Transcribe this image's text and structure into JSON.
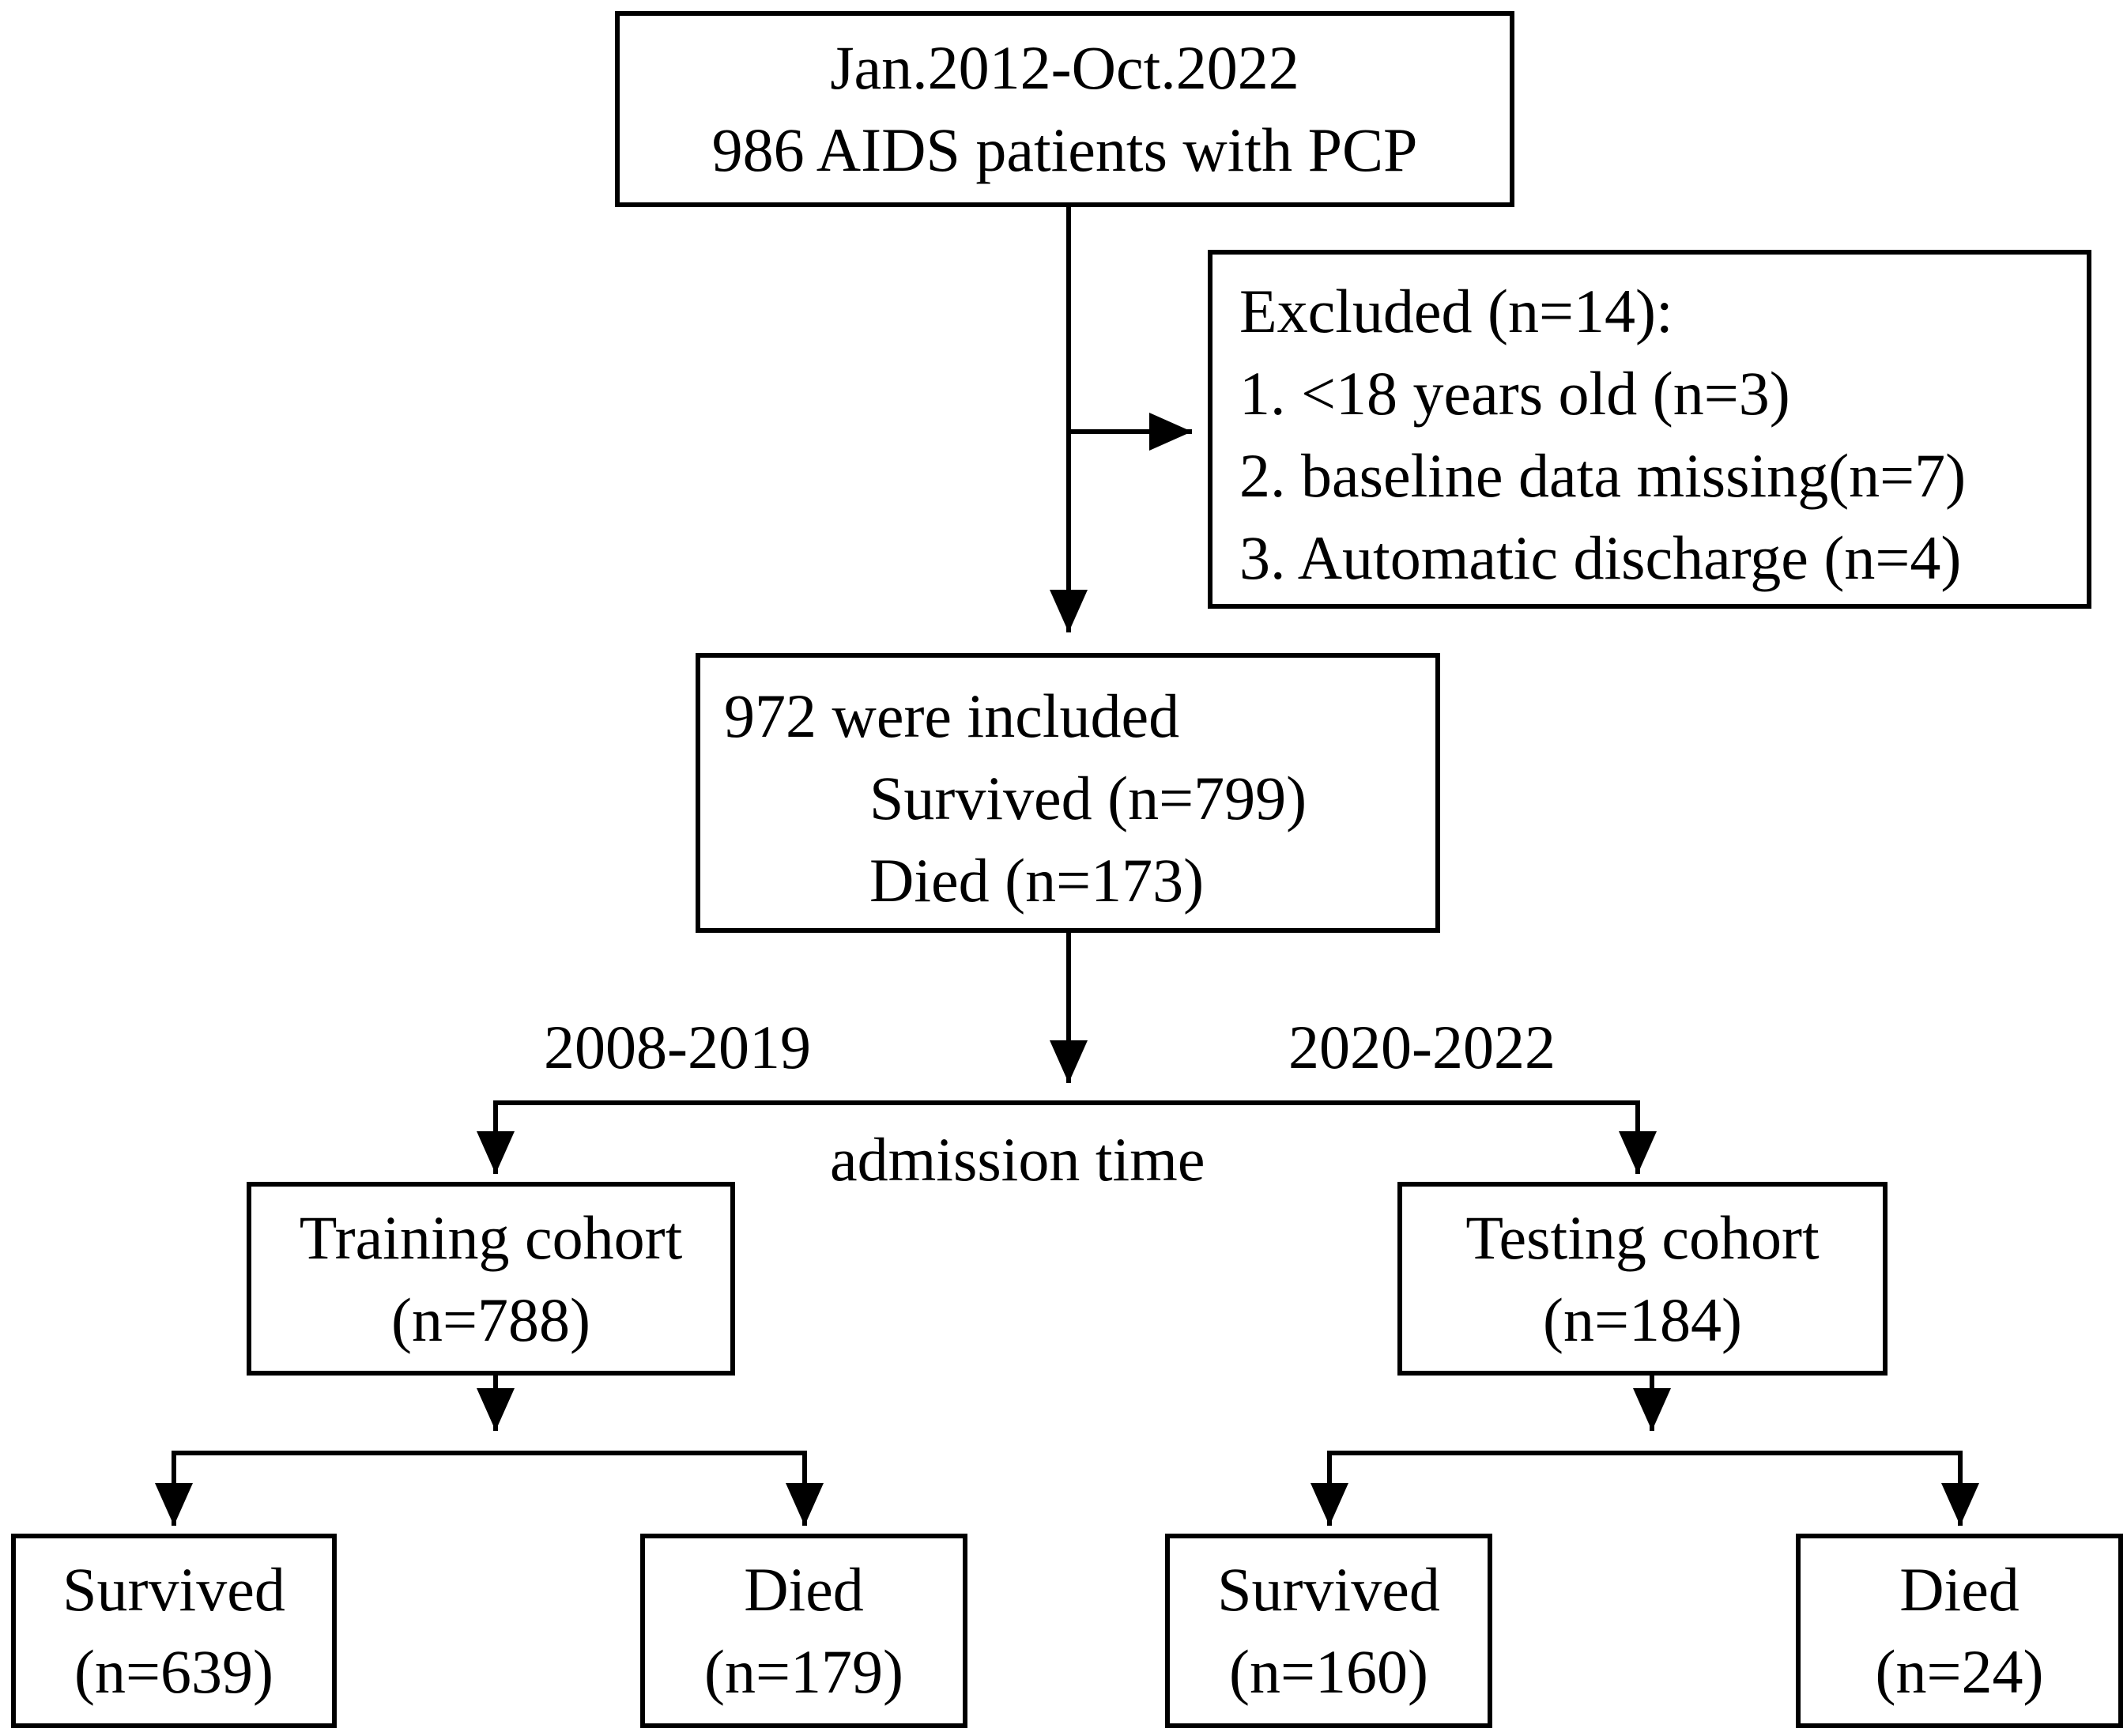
{
  "boxes": {
    "start": {
      "line1": "Jan.2012-Oct.2022",
      "line2": "986 AIDS patients with PCP"
    },
    "excluded": {
      "title": "Excluded (n=14):",
      "items": [
        "1. <18 years old (n=3)",
        "2. baseline data missing(n=7)",
        "3. Automatic discharge (n=4)"
      ]
    },
    "included": {
      "line1": "972 were included",
      "line2": "Survived (n=799)",
      "line3": "Died (n=173)"
    },
    "training": {
      "line1": "Training cohort",
      "line2": "(n=788)"
    },
    "testing": {
      "line1": "Testing cohort",
      "line2": "(n=184)"
    },
    "train_survived": {
      "line1": "Survived",
      "line2": "(n=639)"
    },
    "train_died": {
      "line1": "Died",
      "line2": "(n=179)"
    },
    "test_survived": {
      "line1": "Survived",
      "line2": "(n=160)"
    },
    "test_died": {
      "line1": "Died",
      "line2": "(n=24)"
    }
  },
  "labels": {
    "left_period": "2008-2019",
    "right_period": "2020-2022",
    "split_basis": "admission time"
  },
  "colors": {
    "stroke": "#000000",
    "background": "#ffffff"
  }
}
